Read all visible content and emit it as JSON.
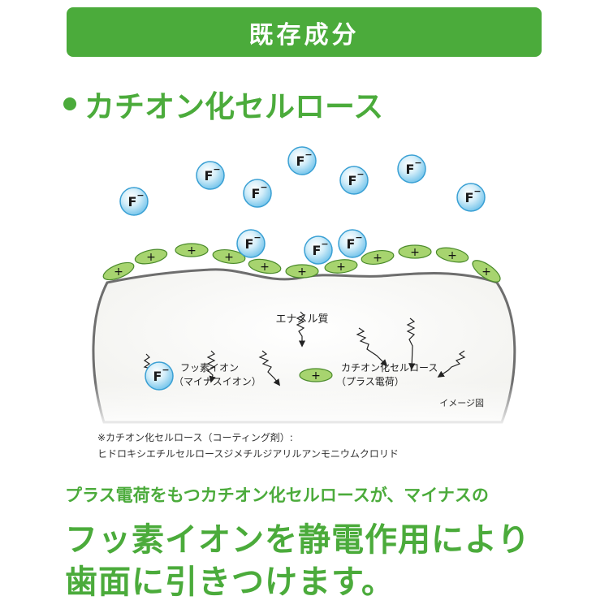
{
  "header": {
    "title": "既存成分"
  },
  "section": {
    "title": "カチオン化セルロース"
  },
  "diagram": {
    "fluoride_label": "F",
    "fluoride_charge": "−",
    "cation_symbol": "+",
    "enamel_label": "エナメル質",
    "legend": {
      "fluoride_line1": "フッ素イオン",
      "fluoride_line2": "（マイナスイオン）",
      "cation_line1": "カチオン化セルロース",
      "cation_line2": "（プラス電荷）"
    },
    "image_note": "イメージ図",
    "colors": {
      "green": "#4bab3b",
      "cation_fill": "#a7d46f",
      "ion_fill": "#6cc1ea"
    }
  },
  "notes": {
    "line1": "※カチオン化セルロース（コーティング剤）:",
    "line2": "ヒドロキシエチルセルロースジメチルジアリルアンモニウムクロリド"
  },
  "tagline": "プラス電荷をもつカチオン化セルロースが、マイナスの",
  "headline": {
    "line1": "フッ素イオンを静電作用により",
    "line2": "歯面に引きつけます。"
  }
}
